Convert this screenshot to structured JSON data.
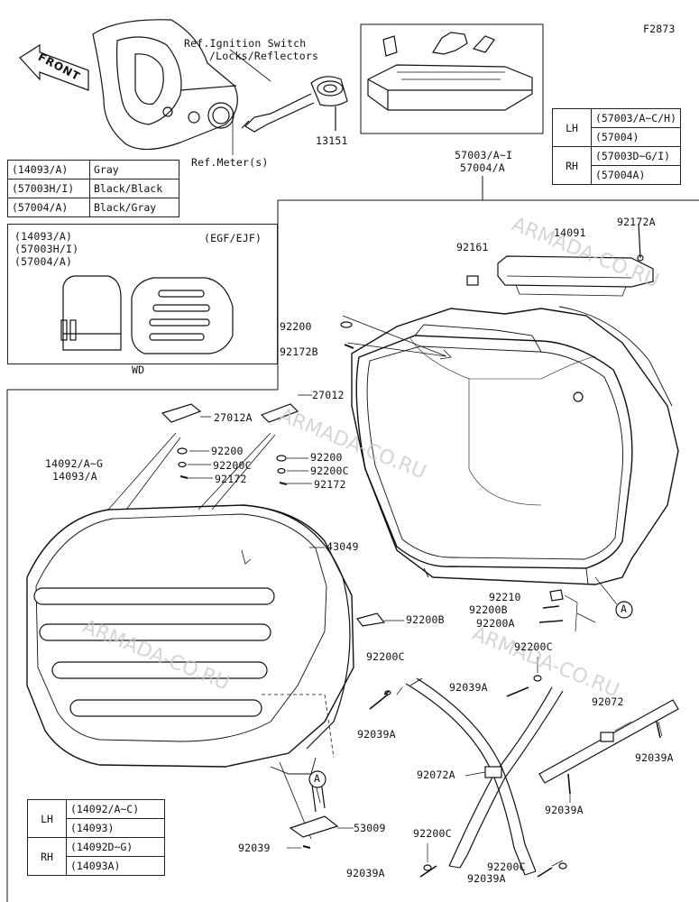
{
  "diagram_code": "F2873",
  "front_label": "FRONT",
  "watermark": "ARMADA-CO.RU",
  "ref_ignition": "Ref.Ignition Switch",
  "ref_locks": "/Locks/Reflectors",
  "ref_meter": "Ref.Meter(s)",
  "top_right_table": {
    "rows": [
      {
        "side": "LH",
        "parts": [
          "(57003/A~C/H)",
          "(57004)"
        ]
      },
      {
        "side": "RH",
        "parts": [
          "(57003D~G/I)",
          "(57004A)"
        ]
      }
    ]
  },
  "color_table": {
    "rows": [
      {
        "part": "(14093/A)",
        "color": "Gray"
      },
      {
        "part": "(57003H/I)",
        "color": "Black/Black"
      },
      {
        "part": "(57004/A)",
        "color": "Black/Gray"
      }
    ]
  },
  "wd_box": {
    "lines": [
      "(14093/A)",
      "(57003H/I)",
      "(57004/A)"
    ],
    "region": "(EGF/EJF)",
    "caption": "WD"
  },
  "bottom_left_table": {
    "rows": [
      {
        "side": "LH",
        "parts": [
          "(14092/A~C)",
          "(14093)"
        ]
      },
      {
        "side": "RH",
        "parts": [
          "(14092D~G)",
          "(14093A)"
        ]
      }
    ]
  },
  "labels": {
    "p13151": "13151",
    "p57003": "57003/A~I",
    "p57004": "57004/A",
    "p14091": "14091",
    "p92172A_top": "92172A",
    "p92161": "92161",
    "p92200_left": "92200",
    "p92172B": "92172B",
    "p27012A": "27012A",
    "p27012": "27012",
    "p92200_a": "92200",
    "p92200C_a": "92200C",
    "p92172_a": "92172",
    "p92200_b": "92200",
    "p92200C_b": "92200C",
    "p92172_b": "92172",
    "p14092": "14092/A~G",
    "p14093": "14093/A",
    "p43049": "43049",
    "p92210": "92210",
    "p92200B_r": "92200B",
    "p92200A": "92200A",
    "callout_A": "A",
    "p92200B_m": "92200B",
    "p92200C_m": "92200C",
    "p92200C_r": "92200C",
    "p92039A_1": "92039A",
    "p92039A_2": "92039A",
    "p92072": "92072",
    "p92039A_3": "92039A",
    "p92072A": "92072A",
    "p92039A_4": "92039A",
    "p53009": "53009",
    "p92039": "92039",
    "p92200C_low": "92200C",
    "p92200C_low2": "92200C",
    "p92039A_5": "92039A",
    "p92039A_6": "92039A"
  }
}
